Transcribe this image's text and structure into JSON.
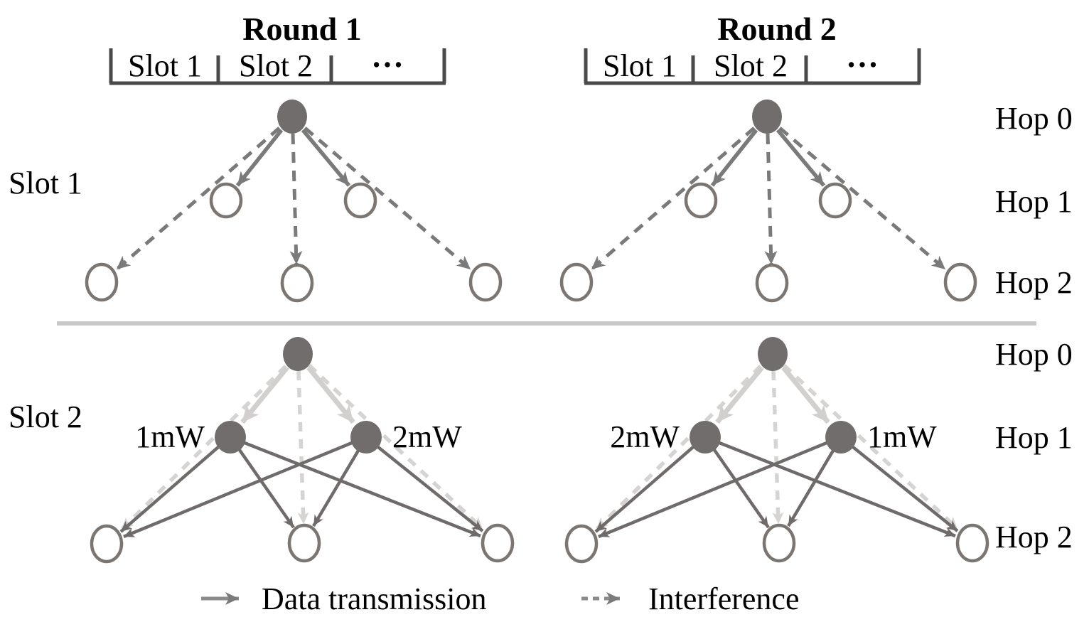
{
  "figure": {
    "title_round1": "Round 1",
    "title_round2": "Round 2",
    "slot_axis": {
      "slot1": "Slot 1",
      "slot2": "Slot 2",
      "ellipsis": "•••"
    },
    "row_labels": {
      "slot1": "Slot 1",
      "slot2": "Slot 2"
    },
    "hops": {
      "hop0": "Hop 0",
      "hop1": "Hop 1",
      "hop2": "Hop 2"
    },
    "power": {
      "round1_left": "1mW",
      "round1_right": "2mW",
      "round2_left": "2mW",
      "round2_right": "1mW"
    },
    "legend": {
      "data_transmission": "Data transmission",
      "interference": "Interference"
    },
    "colors": {
      "node_gray": "#716d6d",
      "node_stroke": "#7b7671",
      "edge_dark": "#7a7a7a",
      "edge_crossing_dark": "#6f6b6b",
      "edge_light": "#d2d0ce",
      "divider": "#c9c9c9",
      "bracket": "#4a4a4a",
      "text": "#000000"
    },
    "semantics": {
      "slot1": "Hop-0 source sends data to two Hop-1 nodes; interference reaches three Hop-2 nodes",
      "slot2": "Two Hop-1 relays each send data to all three Hop-2 nodes while Hop-0 transmission interferes",
      "round1_powers": [
        "1mW left relay",
        "2mW right relay"
      ],
      "round2_powers": [
        "2mW left relay",
        "1mW right relay"
      ]
    }
  }
}
